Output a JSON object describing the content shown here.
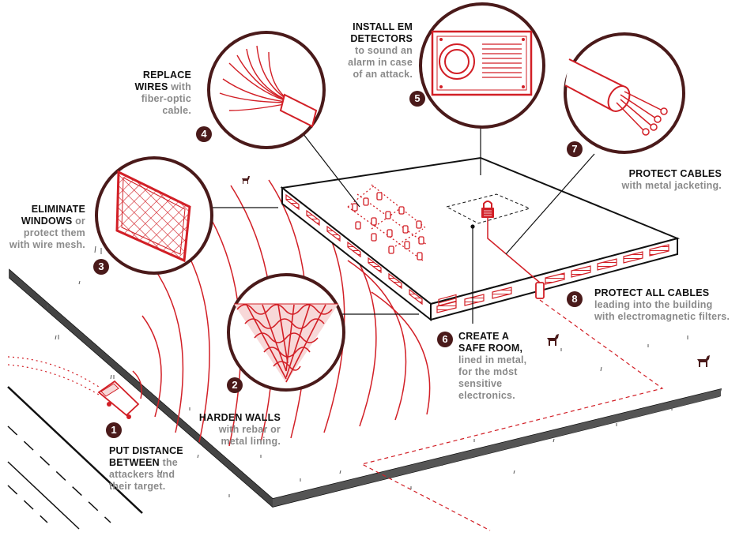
{
  "colors": {
    "red": "#d21f26",
    "dark": "#4a1a1a",
    "ink": "#111111",
    "gray_text": "#8a8a8a",
    "pink_fill": "#f7d8d8"
  },
  "icons": [
    "deer-icon",
    "van-icon",
    "padlock-icon",
    "em-detector-icon",
    "fiber-optic-icon",
    "cable-icon",
    "window-mesh-icon",
    "rebar-icon"
  ],
  "steps": [
    {
      "number": "1",
      "heading": "PUT DISTANCE\nBETWEEN",
      "text": " the\nattackers and\ntheir target."
    },
    {
      "number": "2",
      "heading": "HARDEN WALLS",
      "text": "\nwith rebar or\nmetal lining."
    },
    {
      "number": "3",
      "heading": "ELIMINATE\nWINDOWS",
      "text": " or\nprotect them\nwith wire mesh."
    },
    {
      "number": "4",
      "heading": "REPLACE\nWIRES",
      "text": " with\nfiber-optic\ncable."
    },
    {
      "number": "5",
      "heading": "INSTALL EM\nDETECTORS",
      "text": "\nto sound an\nalarm in case\nof an attack."
    },
    {
      "number": "6",
      "heading": "CREATE A\nSAFE ROOM,",
      "text": "\nlined in metal,\nfor the most\nsensitive\nelectronics."
    },
    {
      "number": "7",
      "heading": "PROTECT CABLES",
      "text": "\nwith metal jacketing."
    },
    {
      "number": "8",
      "heading": "PROTECT ALL CABLES",
      "text": "\nleading into the building\nwith electromagnetic filters."
    }
  ]
}
